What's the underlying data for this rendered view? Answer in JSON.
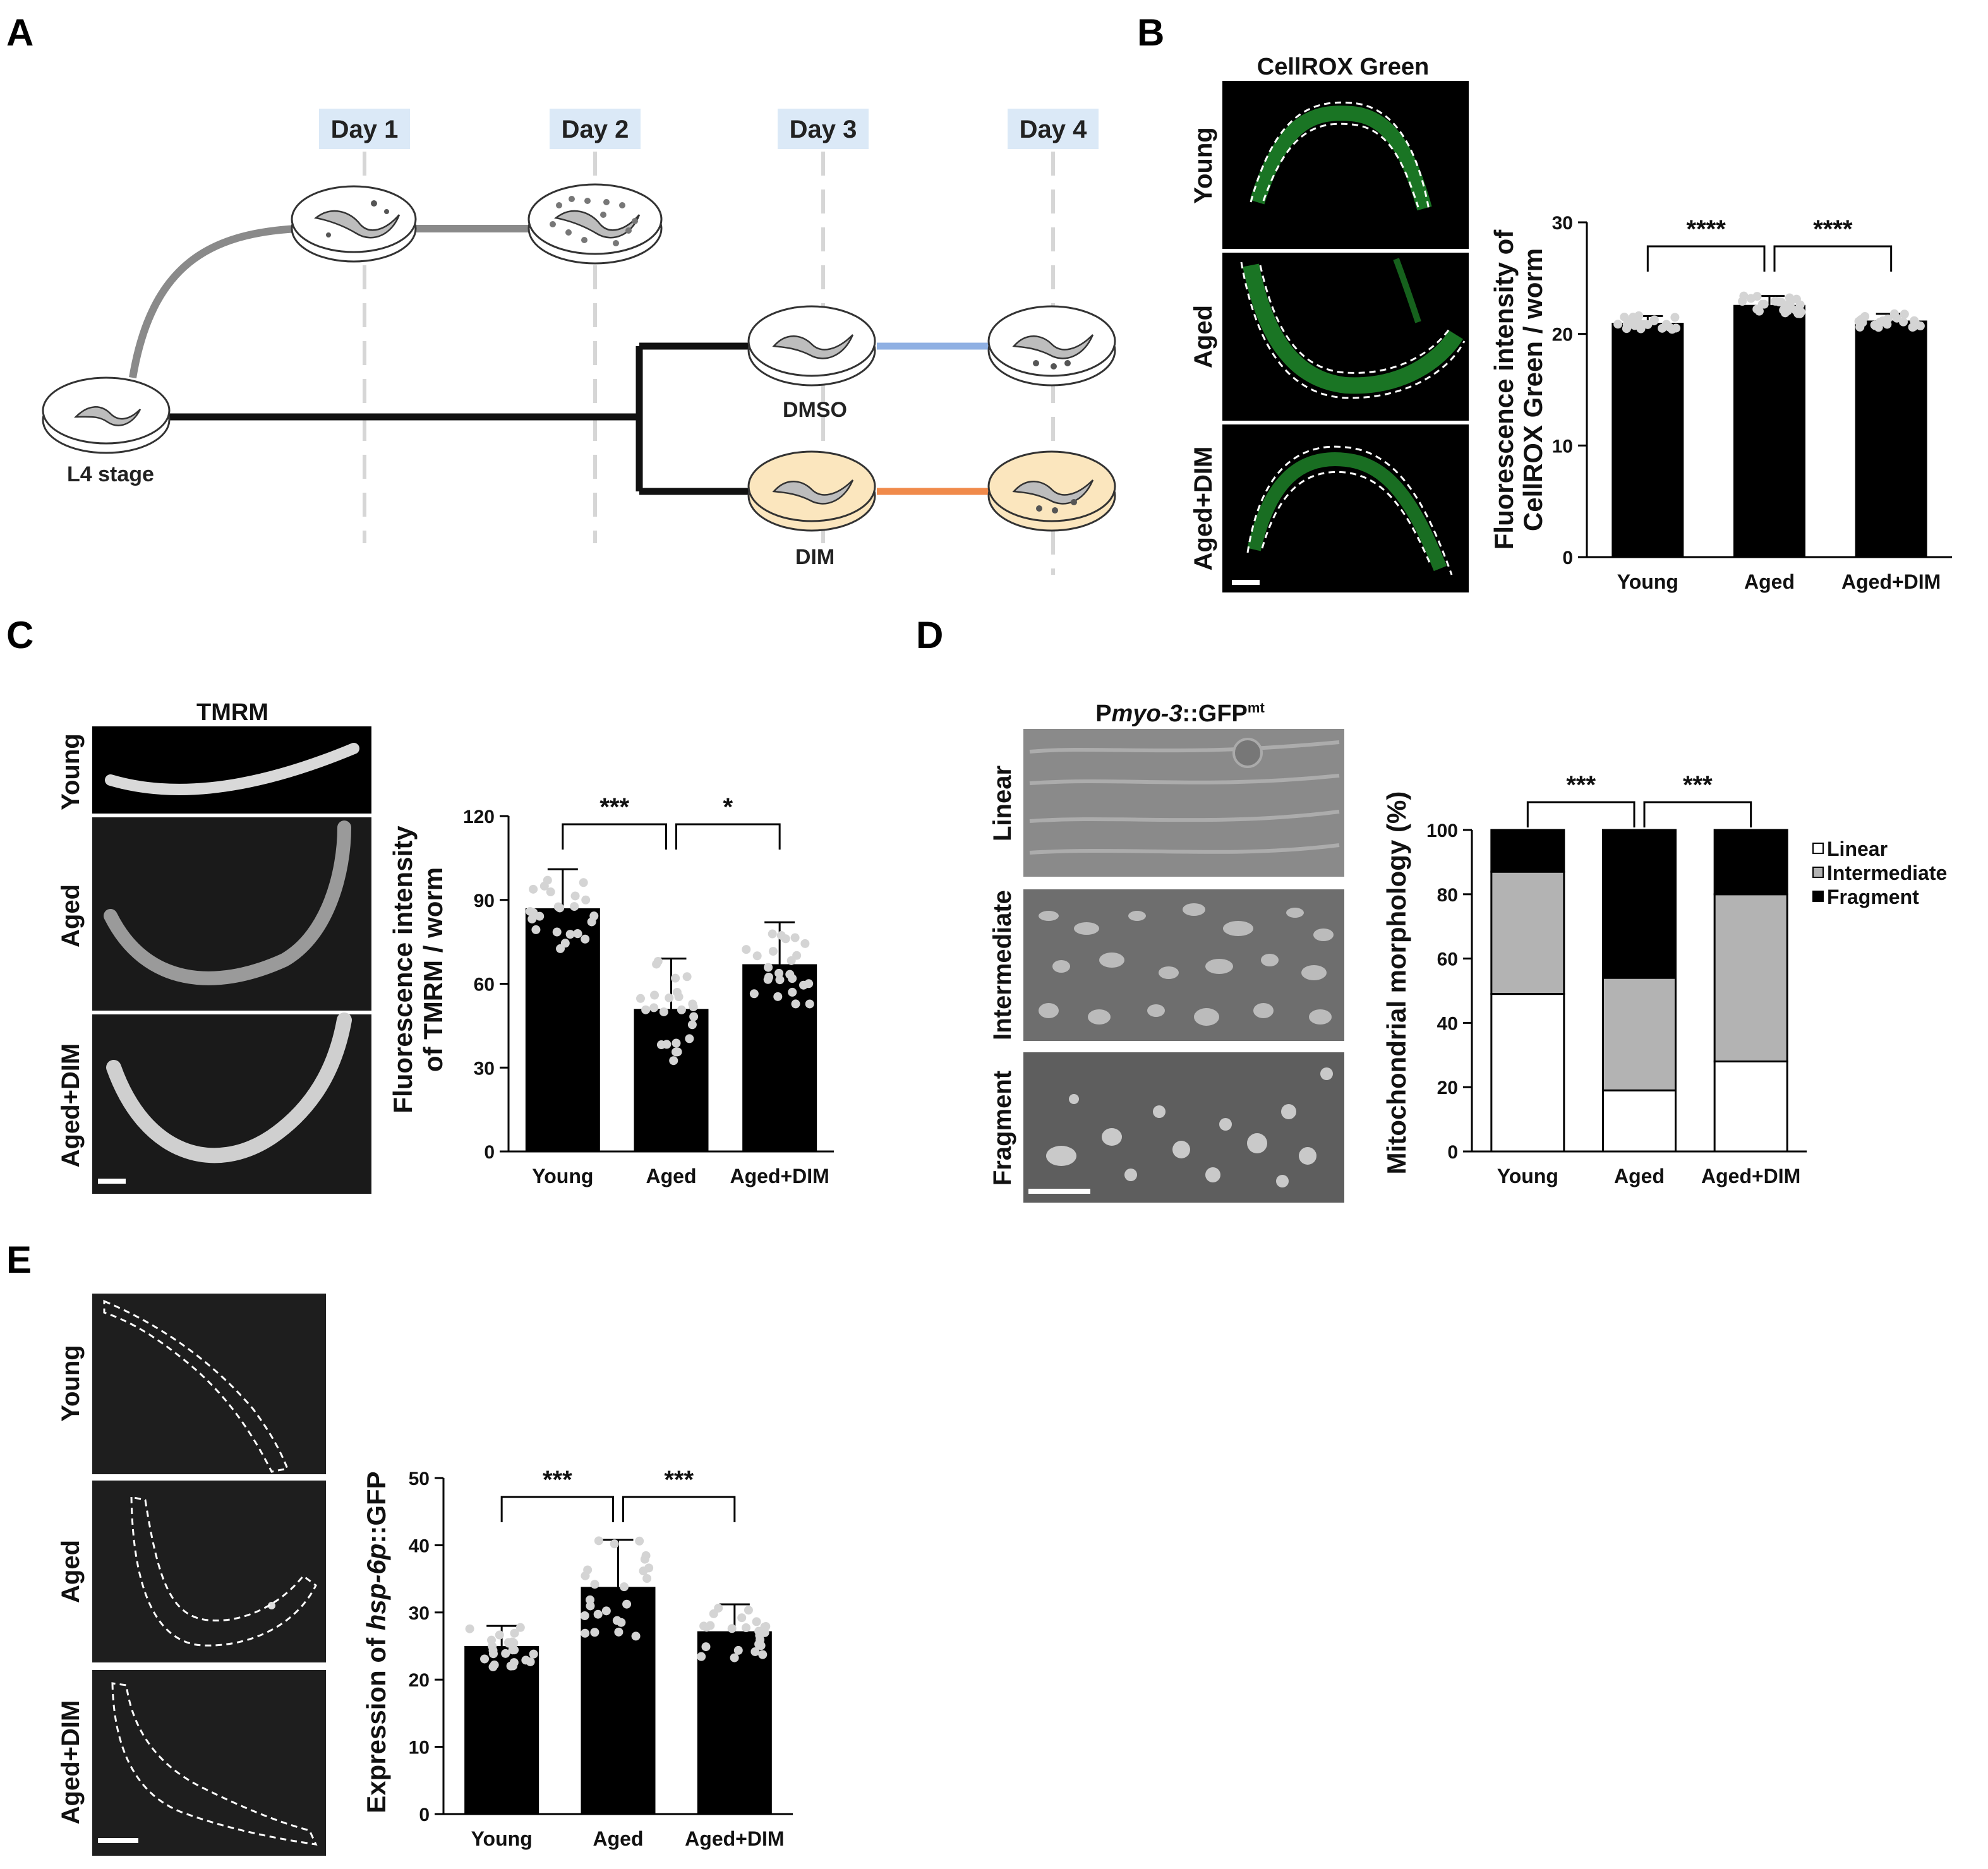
{
  "panels": {
    "A": {
      "letter": "A",
      "days": [
        "Day 1",
        "Day 2",
        "Day 3",
        "Day 4"
      ],
      "start_label": "L4 stage",
      "branch_labels": [
        "DMSO",
        "DIM"
      ],
      "colors": {
        "DMSO": "#8fb0e3",
        "DIM": "#f08a4b",
        "dim_plate": "#fbe6be",
        "grey_path": "#8a8a8a"
      }
    },
    "B": {
      "letter": "B",
      "image_title": "CellROX Green",
      "image_rows": [
        "Young",
        "Aged",
        "Aged+DIM"
      ]
    },
    "C": {
      "letter": "C",
      "image_title": "TMRM",
      "image_rows": [
        "Young",
        "Aged",
        "Aged+DIM"
      ]
    },
    "D": {
      "letter": "D",
      "image_title_parts": [
        "P",
        "myo-3",
        "::GFP",
        "mt"
      ],
      "image_rows": [
        "Linear",
        "Intermediate",
        "Fragment"
      ]
    },
    "E": {
      "letter": "E",
      "image_rows": [
        "Young",
        "Aged",
        "Aged+DIM"
      ]
    }
  },
  "chart_data": [
    {
      "id": "B",
      "type": "bar",
      "categories": [
        "Young",
        "Aged",
        "Aged+DIM"
      ],
      "values": [
        21.0,
        22.6,
        21.2
      ],
      "errors": [
        0.6,
        0.8,
        0.6
      ],
      "ylim": [
        0,
        30
      ],
      "yticks": [
        0,
        10,
        20,
        30
      ],
      "ylabel_lines": [
        "Fluorescence intensity of",
        "CellROX Green / worm"
      ],
      "significance": [
        {
          "from": 0,
          "to": 1,
          "label": "****"
        },
        {
          "from": 1,
          "to": 2,
          "label": "****"
        }
      ]
    },
    {
      "id": "C",
      "type": "bar",
      "categories": [
        "Young",
        "Aged",
        "Aged+DIM"
      ],
      "values": [
        87,
        51,
        67
      ],
      "errors": [
        14,
        18,
        15
      ],
      "ylim": [
        0,
        120
      ],
      "yticks": [
        0,
        30,
        60,
        90,
        120
      ],
      "ylabel_lines": [
        "Fluorescence intensity",
        "of  TMRM / worm"
      ],
      "significance": [
        {
          "from": 0,
          "to": 1,
          "label": "***"
        },
        {
          "from": 1,
          "to": 2,
          "label": "*"
        }
      ]
    },
    {
      "id": "D",
      "type": "bar",
      "stacked": true,
      "categories": [
        "Young",
        "Aged",
        "Aged+DIM"
      ],
      "series": [
        {
          "name": "Linear",
          "values": [
            49,
            19,
            28
          ],
          "color": "#ffffff"
        },
        {
          "name": "Intermediate",
          "values": [
            38,
            35,
            52
          ],
          "color": "#b3b3b3"
        },
        {
          "name": "Fragment",
          "values": [
            13,
            46,
            20
          ],
          "color": "#000000"
        }
      ],
      "ylim": [
        0,
        100
      ],
      "yticks": [
        0,
        20,
        40,
        60,
        80,
        100
      ],
      "ylabel_lines": [
        "Mitochondrial morphology (%)"
      ],
      "legend_position": "right",
      "significance": [
        {
          "from": 0,
          "to": 1,
          "label": "***"
        },
        {
          "from": 1,
          "to": 2,
          "label": "***"
        }
      ]
    },
    {
      "id": "E",
      "type": "bar",
      "categories": [
        "Young",
        "Aged",
        "Aged+DIM"
      ],
      "values": [
        25,
        33.8,
        27.2
      ],
      "errors": [
        3,
        7,
        4
      ],
      "ylim": [
        0,
        50
      ],
      "yticks": [
        0,
        10,
        20,
        30,
        40,
        50
      ],
      "ylabel_parts": [
        "Expression of ",
        "hsp-6p",
        "::GFP"
      ],
      "significance": [
        {
          "from": 0,
          "to": 1,
          "label": "***"
        },
        {
          "from": 1,
          "to": 2,
          "label": "***"
        }
      ]
    }
  ]
}
